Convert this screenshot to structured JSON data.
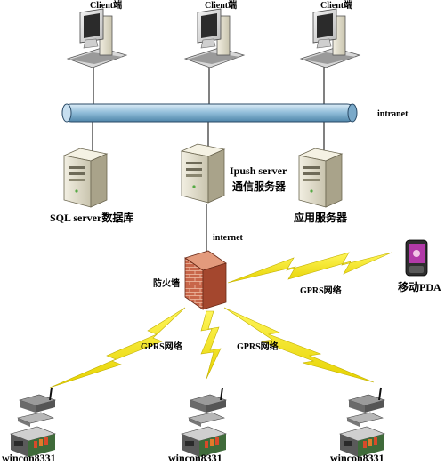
{
  "clients": [
    {
      "label": "Client端"
    },
    {
      "label": "Client端"
    },
    {
      "label": "Client端"
    }
  ],
  "network": {
    "intranet": "intranet",
    "internet": "internet"
  },
  "servers": {
    "sql": "SQL server数据库",
    "ipush_line1": "Ipush server",
    "ipush_line2": "通信服务器",
    "app": "应用服务器"
  },
  "firewall": {
    "label": "防火墙"
  },
  "links": {
    "gprs_pda": "GPRS网络",
    "gprs_left": "GPRS网络",
    "gprs_mid": "GPRS网络"
  },
  "pda": {
    "label": "移动PDA"
  },
  "devices": [
    {
      "label": "wincon8331"
    },
    {
      "label": "wincon8331"
    },
    {
      "label": "wincon8331"
    }
  ],
  "colors": {
    "bus": "#9fc6de",
    "lightning": "#f2e200",
    "firewall": "#c8664a"
  }
}
